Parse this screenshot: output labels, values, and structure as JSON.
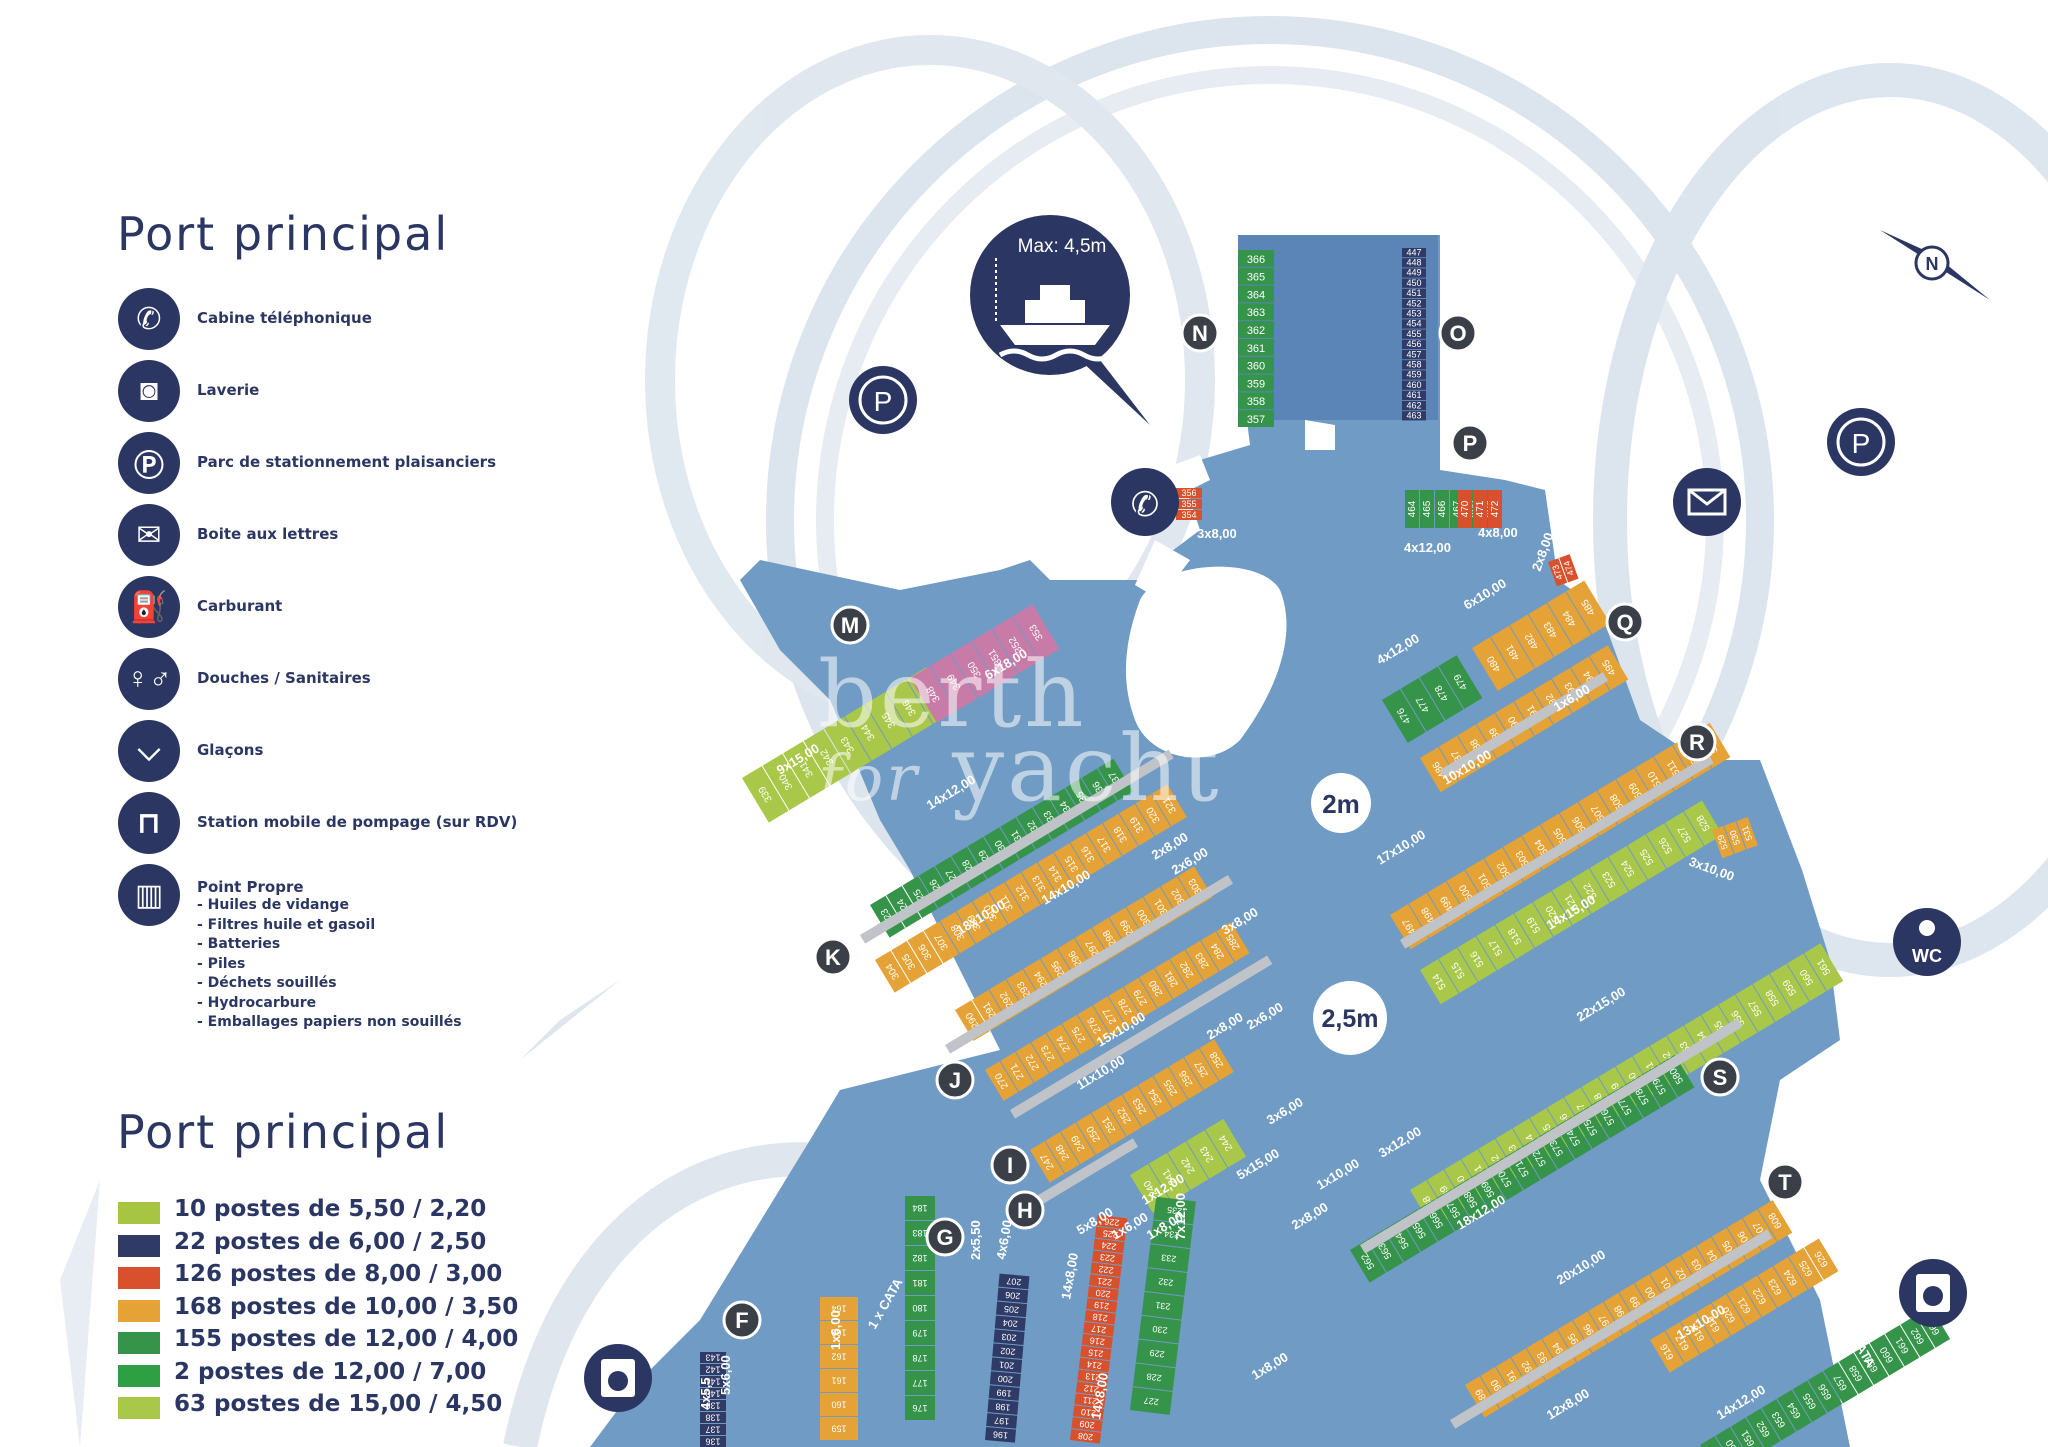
{
  "legend": {
    "title_services": "Port principal",
    "services": [
      {
        "icon": "phone-icon",
        "label": "Cabine téléphonique"
      },
      {
        "icon": "washing-machine-icon",
        "label": "Laverie"
      },
      {
        "icon": "parking-icon",
        "label": "Parc de stationnement plaisanciers"
      },
      {
        "icon": "envelope-icon",
        "label": "Boite aux lettres"
      },
      {
        "icon": "fuel-pump-icon",
        "label": "Carburant"
      },
      {
        "icon": "restroom-icon",
        "label": "Douches / Sanitaires"
      },
      {
        "icon": "ice-cup-icon",
        "label": "Glaçons"
      },
      {
        "icon": "pump-out-icon",
        "label": "Station mobile de pompage (sur RDV)"
      },
      {
        "icon": "trash-bin-icon",
        "label": "Point Propre",
        "items": [
          "- Huiles de vidange",
          "- Filtres huile et gasoil",
          "- Batteries",
          "- Piles",
          "- Déchets souillés",
          "- Hydrocarbure",
          "- Emballages papiers non souillés"
        ]
      }
    ],
    "title_capacity": "Port principal",
    "capacity": [
      {
        "label": "10 postes de 5,50 / 2,20",
        "color": "#a8c443"
      },
      {
        "label": "22 postes de 6,00 / 2,50",
        "color": "#2f3a66"
      },
      {
        "label": "126 postes de 8,00 / 3,00",
        "color": "#d9512c"
      },
      {
        "label": "168 postes de 10,00 / 3,50",
        "color": "#e5a236"
      },
      {
        "label": "155 postes de 12,00 / 4,00",
        "color": "#35944a"
      },
      {
        "label": "2 postes de 12,00 / 7,00",
        "color": "#2ea043"
      },
      {
        "label": "63 postes de 15,00 / 4,50",
        "color": "#a9c84a"
      }
    ]
  },
  "map": {
    "colors": {
      "water": "#6f9bc4",
      "navy": "#2b3762",
      "orange": "#e5a236",
      "green": "#35944a",
      "red": "#d9512c",
      "lime": "#a9c84a",
      "pink": "#c97ba8",
      "dark": "#2f3a66"
    },
    "max_height_label": "Max: 4,5m",
    "depth_labels": [
      "2m",
      "2,5m"
    ],
    "wc_label": "WC",
    "compass_label": "N",
    "pontoon_letters": [
      "M",
      "N",
      "O",
      "P",
      "Q",
      "R",
      "K",
      "J",
      "S",
      "I",
      "H",
      "G",
      "T",
      "F"
    ],
    "row_labels": [
      "3x8,00",
      "4x12,00",
      "4x8,00",
      "2x8,00",
      "6x10,00",
      "4x12,00",
      "1x6,00",
      "10x10,00",
      "6x18,00",
      "9x15,00",
      "14x12,00",
      "17x10,00",
      "3x10,00",
      "14x15,00",
      "18x10,00",
      "14x10,00",
      "2x8,00",
      "2x6,00",
      "3x8,00",
      "3x8,00",
      "15x10,00",
      "22x15,00",
      "2x8,00",
      "2x6,00",
      "11x10,00",
      "3x6,00",
      "1x12,00",
      "5x15,00",
      "1x10,00",
      "3x12,00",
      "2x8,00",
      "18x12,00",
      "5x8,00",
      "1x6,00",
      "1x8,00",
      "20x10,00",
      "7x12,00",
      "2x5,50",
      "4x6,00",
      "14x8,00",
      "13x10,00",
      "1 x CATA",
      "1 x CATA",
      "1x6,00",
      "1x8,00",
      "12x8,00",
      "14x12,00",
      "4x5,5",
      "5x6,00",
      "14x8,00"
    ],
    "berths_N": [
      "366",
      "365",
      "364",
      "363",
      "362",
      "361",
      "360",
      "359",
      "358",
      "357"
    ],
    "berths_O": [
      "447",
      "448",
      "449",
      "450",
      "451",
      "452",
      "453",
      "454",
      "455",
      "456",
      "457",
      "458",
      "459",
      "460",
      "461",
      "462",
      "463"
    ],
    "berths_phone": [
      "356",
      "355",
      "354"
    ],
    "berths_P": [
      "464",
      "465",
      "466",
      "467",
      "468",
      "469",
      "470",
      "471",
      "472"
    ],
    "berths_P2": [
      "473",
      "474"
    ],
    "berths_M_lime": [
      "339",
      "340",
      "341",
      "342",
      "343",
      "344",
      "345",
      "346",
      "347"
    ],
    "berths_M_pink": [
      "348",
      "349",
      "350",
      "351",
      "352",
      "353"
    ],
    "berths_Q_green": [
      "476",
      "477",
      "478",
      "479"
    ],
    "berths_Q_orange": [
      "480",
      "481",
      "482",
      "483",
      "484",
      "485"
    ],
    "berths_Q2": [
      "486",
      "487",
      "488",
      "489",
      "490",
      "491",
      "492",
      "493",
      "494",
      "495"
    ],
    "berths_R_orange": [
      "497",
      "498",
      "499",
      "500",
      "501",
      "502",
      "503",
      "504",
      "505",
      "506",
      "507",
      "508",
      "509",
      "510",
      "511",
      "512",
      "513"
    ],
    "berths_R_lime": [
      "514",
      "515",
      "516",
      "517",
      "518",
      "519",
      "520",
      "521",
      "522",
      "523",
      "524",
      "525",
      "526",
      "527",
      "528"
    ],
    "berths_R_tail": [
      "529",
      "530",
      "531"
    ],
    "berths_K_green": [
      "323",
      "324",
      "325",
      "326",
      "327",
      "328",
      "329",
      "330",
      "331",
      "332",
      "333",
      "334",
      "335",
      "336",
      "337"
    ],
    "berths_K_orange": [
      "304",
      "305",
      "306",
      "307",
      "308",
      "309",
      "310",
      "311",
      "312",
      "313",
      "314",
      "315",
      "316",
      "317",
      "318",
      "319",
      "320",
      "321"
    ],
    "berths_J_orange": [
      "290",
      "291",
      "292",
      "293",
      "294",
      "295",
      "296",
      "297",
      "298",
      "299",
      "300",
      "301",
      "302",
      "303"
    ],
    "berths_J2": [
      "270",
      "271",
      "272",
      "273",
      "274",
      "275",
      "276",
      "277",
      "278",
      "279",
      "280",
      "281",
      "282",
      "283",
      "284",
      "285"
    ],
    "berths_S_lime": [
      "538",
      "539",
      "540",
      "541",
      "542",
      "543",
      "544",
      "545",
      "546",
      "547",
      "548",
      "549",
      "550",
      "551",
      "552",
      "553",
      "554",
      "555",
      "556",
      "557",
      "558",
      "559",
      "560",
      "561"
    ],
    "berths_S_green": [
      "562",
      "563",
      "564",
      "565",
      "566",
      "567",
      "568",
      "569",
      "570",
      "571",
      "572",
      "573",
      "574",
      "575",
      "576",
      "577",
      "578",
      "579",
      "580"
    ],
    "berths_I_orange": [
      "247",
      "248",
      "249",
      "250",
      "251",
      "252",
      "253",
      "254",
      "255",
      "256",
      "257",
      "258"
    ],
    "berths_I_lime": [
      "240",
      "241",
      "242",
      "243",
      "244"
    ],
    "berths_T_orange": [
      "589",
      "590",
      "591",
      "592",
      "593",
      "594",
      "595",
      "596",
      "597",
      "598",
      "599",
      "600",
      "601",
      "602",
      "603",
      "604",
      "605",
      "606",
      "607",
      "608"
    ],
    "berths_T2": [
      "616",
      "617",
      "618",
      "619",
      "620",
      "621",
      "622",
      "623",
      "624",
      "625",
      "626"
    ],
    "berths_T3": [
      "649",
      "650",
      "651",
      "652",
      "653",
      "654",
      "655",
      "656",
      "657",
      "658",
      "659",
      "660",
      "661",
      "662",
      "663"
    ],
    "berths_H": [
      "208",
      "209",
      "210",
      "211",
      "212",
      "213",
      "214",
      "215",
      "216",
      "217",
      "218",
      "219",
      "220",
      "221",
      "222",
      "223",
      "224",
      "225",
      "226"
    ],
    "berths_H2": [
      "227",
      "228",
      "229",
      "230",
      "231",
      "232",
      "233",
      "234",
      "235"
    ],
    "berths_G": [
      "176",
      "177",
      "178",
      "179",
      "180",
      "181",
      "182",
      "183",
      "184"
    ],
    "berths_G2": [
      "196",
      "197",
      "198",
      "199",
      "200",
      "201",
      "202",
      "203",
      "204",
      "205",
      "206",
      "207"
    ],
    "berths_F": [
      "159",
      "160",
      "161",
      "162",
      "163",
      "164"
    ],
    "berths_F2": [
      "136",
      "137",
      "138",
      "139",
      "140",
      "141",
      "142",
      "143"
    ]
  },
  "watermark": {
    "line1": "berth",
    "line2": "for",
    "line3": "yacht"
  }
}
